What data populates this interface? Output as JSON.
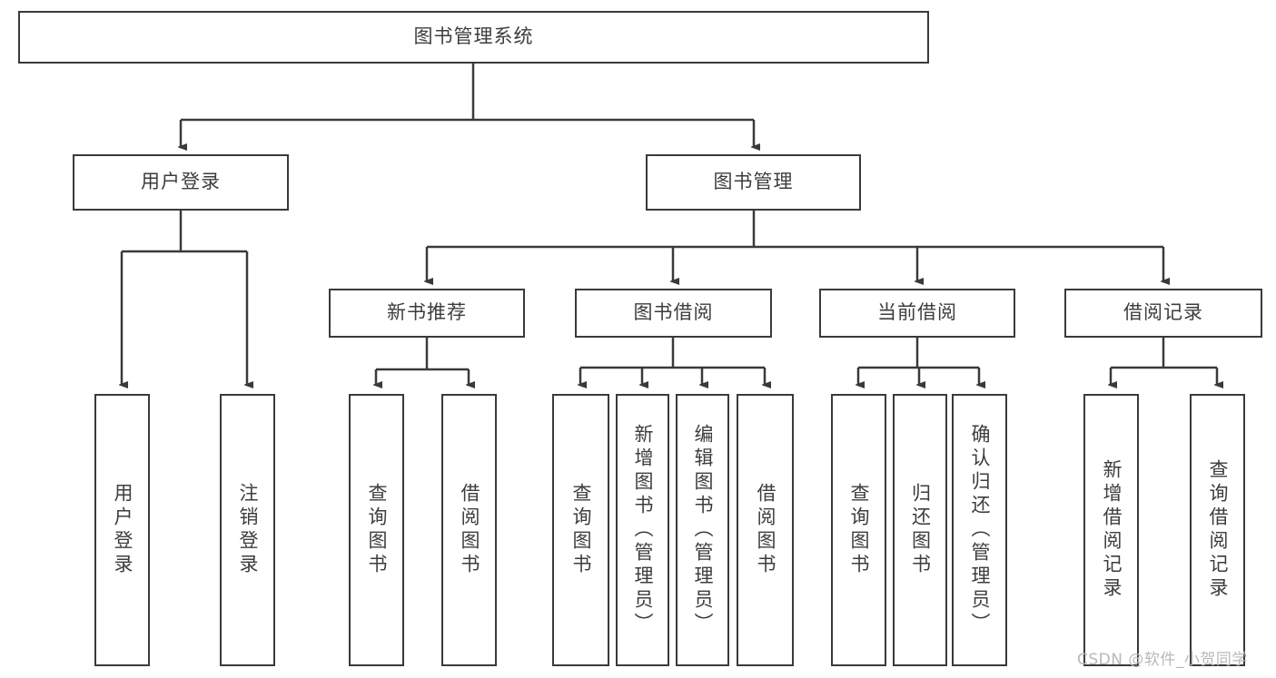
{
  "diagram": {
    "title": "图书管理系统",
    "type": "tree-hierarchy-functional-structure",
    "root": {
      "label": "图书管理系统"
    },
    "level2": [
      {
        "label": "用户登录"
      },
      {
        "label": "图书管理"
      }
    ],
    "level3": [
      {
        "label": "新书推荐"
      },
      {
        "label": "图书借阅"
      },
      {
        "label": "当前借阅"
      },
      {
        "label": "借阅记录"
      }
    ],
    "leaves": {
      "user_login": [
        {
          "label": "用户登录"
        },
        {
          "label": "注销登录"
        }
      ],
      "new_book_recommend": [
        {
          "label": "查询图书"
        },
        {
          "label": "借阅图书"
        }
      ],
      "book_borrow": [
        {
          "label": "查询图书"
        },
        {
          "label": "新增图书（管理员）"
        },
        {
          "label": "编辑图书（管理员）"
        },
        {
          "label": "借阅图书"
        }
      ],
      "current_borrow": [
        {
          "label": "查询图书"
        },
        {
          "label": "归还图书"
        },
        {
          "label": "确认归还（管理员）"
        }
      ],
      "borrow_record": [
        {
          "label": "新增借阅记录"
        },
        {
          "label": "查询借阅记录"
        }
      ]
    }
  },
  "watermark": {
    "text": "CSDN @软件_小贺同学"
  },
  "colors": {
    "border": "#3a3a3a",
    "text": "#3d3d3d",
    "background": "#ffffff",
    "watermark": "#b9b9b9"
  }
}
